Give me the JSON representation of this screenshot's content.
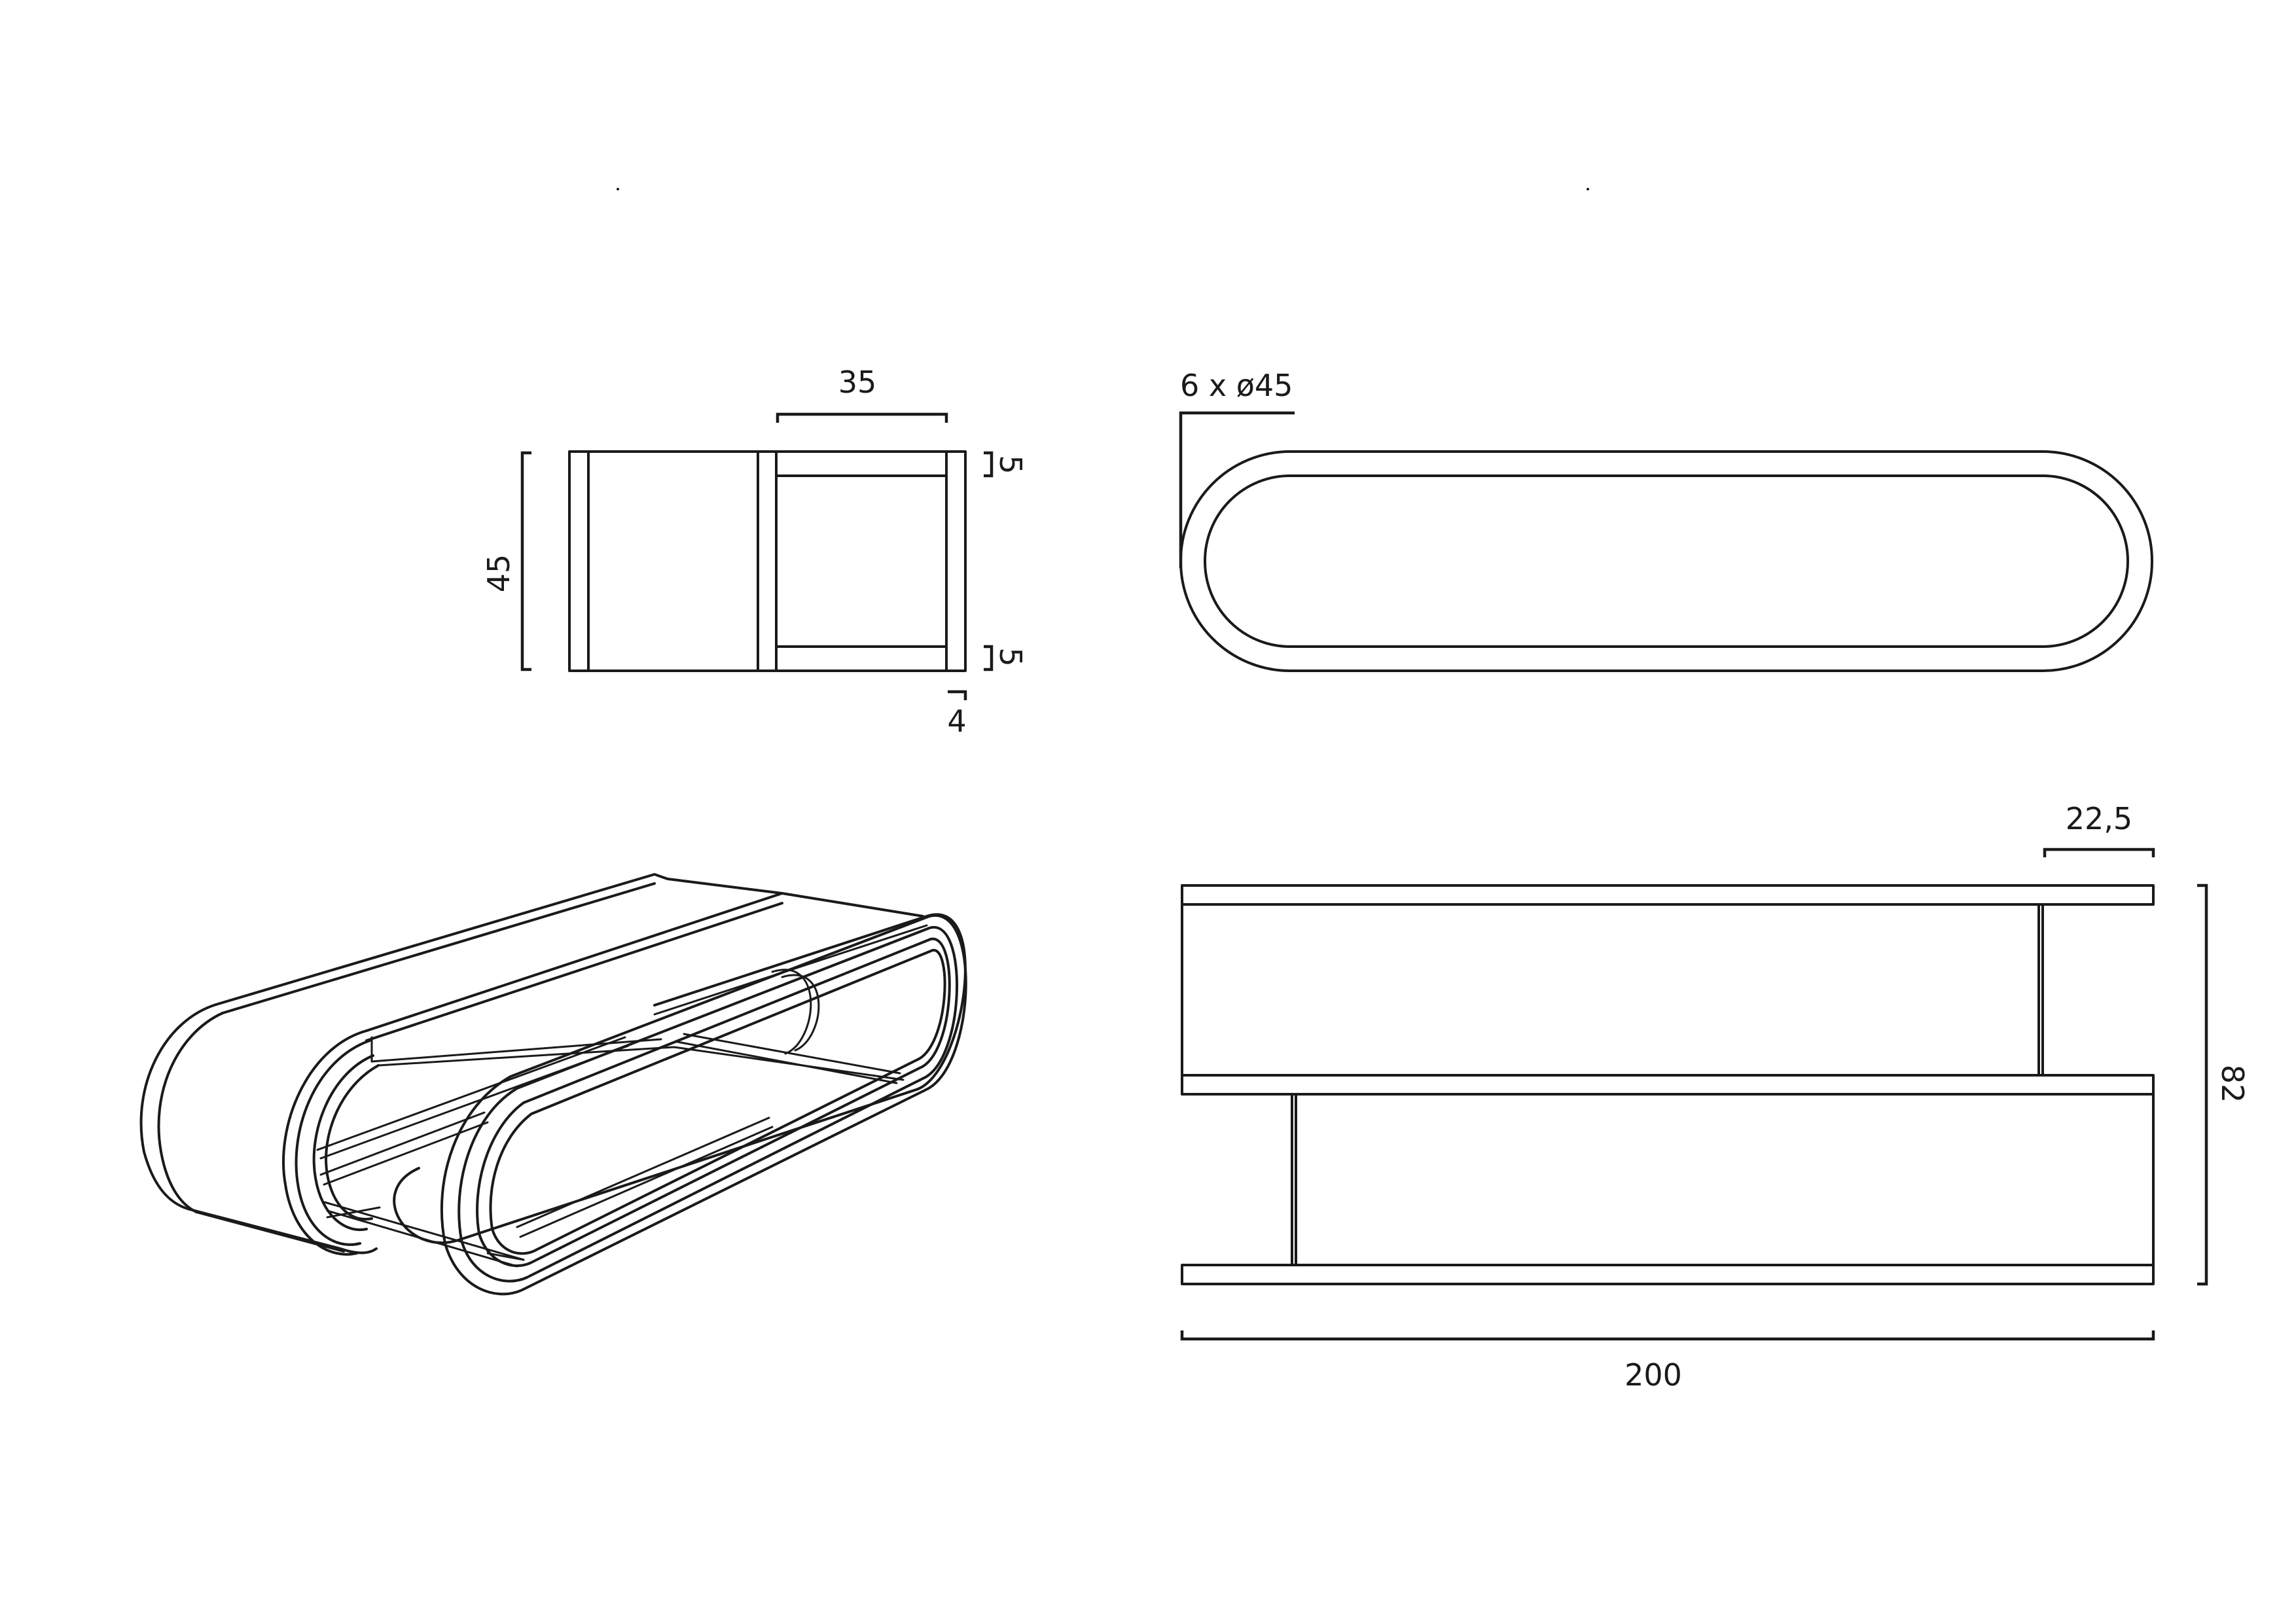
{
  "colors": {
    "line": "#1a1a1a",
    "background": "#ffffff"
  },
  "dimensions": {
    "side_width": "35",
    "side_height": "45",
    "side_top_shelf": "5",
    "side_bottom_shelf": "5",
    "side_foot": "4",
    "top_rings": "6 x ø45",
    "front_offset": "22,5",
    "front_height": "82",
    "front_width": "200"
  }
}
